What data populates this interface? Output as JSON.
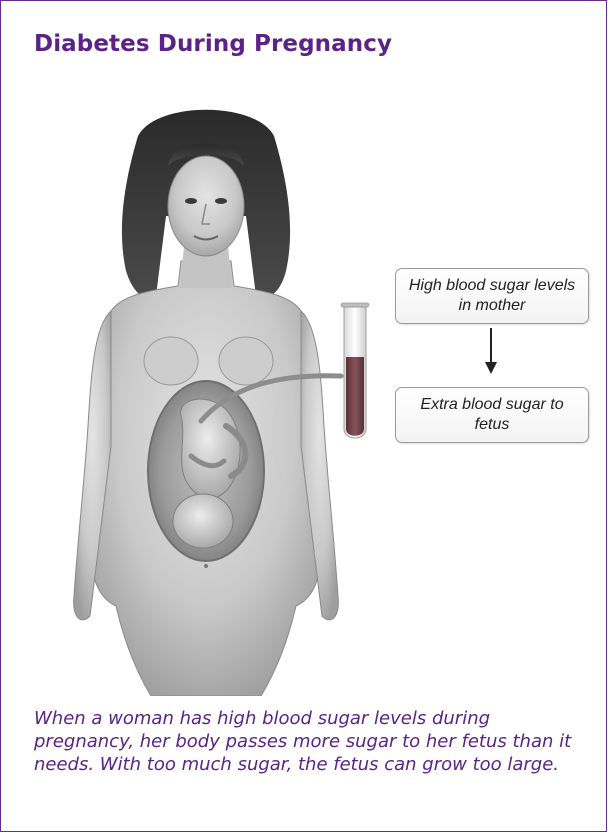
{
  "title": "Diabetes During Pregnancy",
  "flow": {
    "step1": "High blood sugar levels in mother",
    "step2": "Extra blood sugar to fetus"
  },
  "caption": "When a woman has high blood sugar levels during pregnancy, her body passes more sugar to her fetus than it needs. With too much sugar, the fetus can grow too large.",
  "colors": {
    "title": "#5b2386",
    "border": "#6a2a8c",
    "blood": "#6b3b44"
  },
  "icons": {
    "figure": "pregnant-woman-illustration",
    "tube": "test-tube-icon",
    "arrow": "arrow-down-icon"
  }
}
